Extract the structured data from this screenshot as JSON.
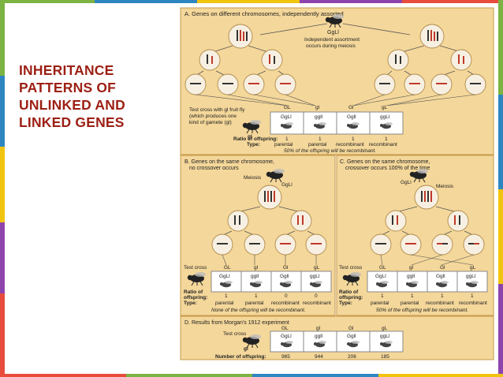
{
  "slide": {
    "title_lines": [
      "INHERITANCE",
      "PATTERNS OF",
      "UNLINKED AND",
      "LINKED GENES"
    ],
    "colors": {
      "title": "#9c1f14",
      "panel": "#f4d79a",
      "panel_border": "#c59a4a",
      "chrom_red": "#c0392b",
      "chrom_dark": "#333333",
      "stripe_colors": [
        "#7cb342",
        "#2e86c1",
        "#f1c40f",
        "#8e44ad",
        "#e74c3c"
      ]
    }
  },
  "panel_a": {
    "heading": "A. Genes on different chromosomes, independently assorted",
    "parent_genotype": "GgLl",
    "note_lines": [
      "Independent assortment",
      "occurs during meiosis"
    ],
    "testcross_lines": [
      "Test cross with gl fruit fly",
      "(which produces one",
      "kind of gamete (gl)"
    ],
    "fly_label": "gl",
    "gametes": [
      "GL",
      "gl",
      "Gl",
      "gL"
    ],
    "offspring": [
      "GgLl",
      "ggll",
      "Ggll",
      "ggLl"
    ],
    "ratio_label": "Ratio of offspring:",
    "ratios": [
      "1",
      "1",
      "1",
      "1"
    ],
    "type_label": "Type:",
    "types": [
      "parental",
      "parental",
      "recombinant",
      "recombinant"
    ],
    "note": "50% of the offspring will be recombinant."
  },
  "panel_b": {
    "heading_lines": [
      "B. Genes on the same chromosome,",
      "no crossover occurs"
    ],
    "meiosis_label": "Meiosis",
    "parent_genotype": "GgLl",
    "testcross_label": "Test cross",
    "gametes": [
      "GL",
      "gl",
      "Gl",
      "gL"
    ],
    "offspring": [
      "GgLl",
      "ggll",
      "Ggll",
      "ggLl"
    ],
    "ratio_label_lines": [
      "Ratio of",
      "offspring:"
    ],
    "ratios": [
      "1",
      "1",
      "0",
      "0"
    ],
    "type_label": "Type:",
    "types": [
      "parental",
      "parental",
      "recombinant",
      "recombinant"
    ],
    "note": "None of the offspring will be recombinant."
  },
  "panel_c": {
    "heading_lines": [
      "C. Genes on the same chromosome,",
      "crossover occurs 100% of the time"
    ],
    "meiosis_label": "Meiosis",
    "parent_genotype": "GgLl",
    "testcross_label": "Test cross",
    "gametes": [
      "GL",
      "gl",
      "Gl",
      "gL"
    ],
    "offspring": [
      "GgLl",
      "ggll",
      "Ggll",
      "ggLl"
    ],
    "ratio_label_lines": [
      "Ratio of",
      "offspring:"
    ],
    "ratios": [
      "1",
      "1",
      "1",
      "1"
    ],
    "type_label": "Type:",
    "types": [
      "parental",
      "parental",
      "recombinant",
      "recombinant"
    ],
    "note": "50% of the offspring will be recombinant."
  },
  "panel_d": {
    "heading": "D. Results from Morgan's 1912 experiment",
    "testcross_label": "Test cross",
    "fly_label": "gl",
    "gametes": [
      "GL",
      "gl",
      "Gl",
      "gL"
    ],
    "offspring": [
      "GgLl",
      "ggll",
      "Ggll",
      "ggLl"
    ],
    "count_label": "Number of offspring:",
    "counts": [
      "965",
      "944",
      "206",
      "185"
    ]
  }
}
